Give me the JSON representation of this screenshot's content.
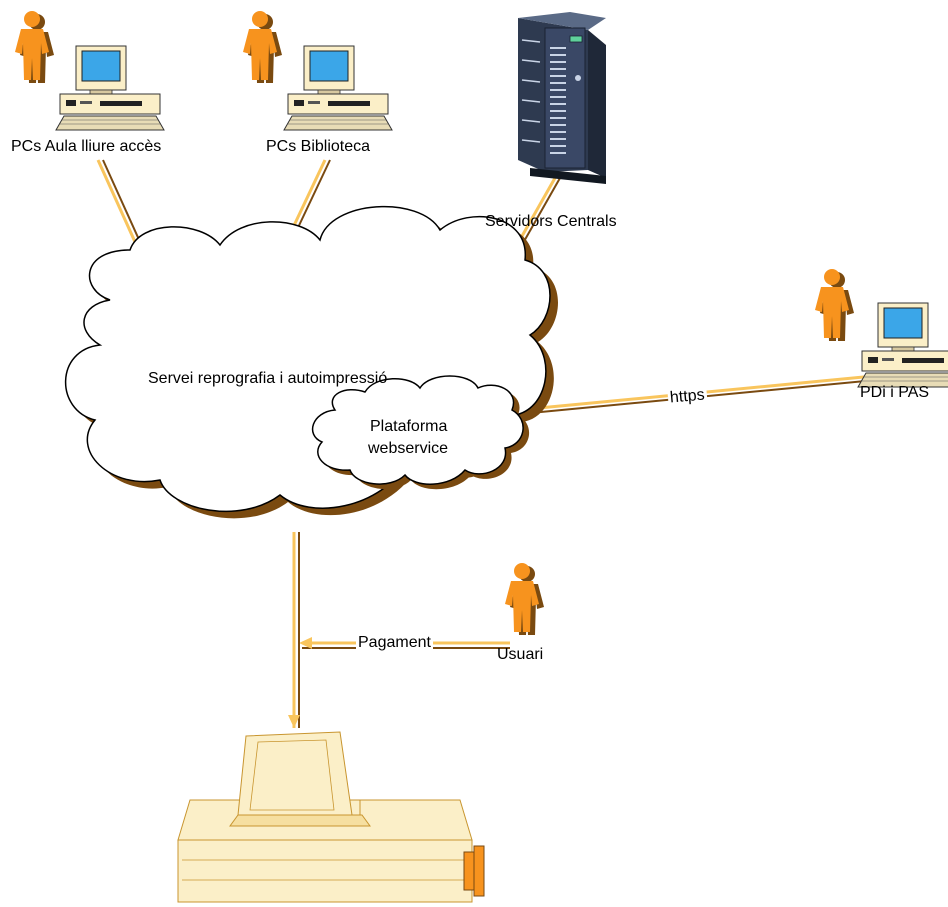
{
  "nodes": {
    "pcs_aula": {
      "label": "PCs Aula lliure accès"
    },
    "pcs_biblioteca": {
      "label": "PCs Biblioteca"
    },
    "servidors": {
      "label": "Servidors Centrals"
    },
    "pdi_pas": {
      "label": "PDi i PAS"
    },
    "usuari": {
      "label": "Usuari"
    },
    "cloud_main": {
      "label": "Servei reprografia i autoimpressió"
    },
    "cloud_platform": {
      "line1": "Plataforma",
      "line2": "webservice"
    }
  },
  "edges": {
    "https": {
      "label": "https"
    },
    "pagament": {
      "label": "Pagament"
    }
  },
  "colors": {
    "person": "#f7931e",
    "person_shadow": "#7a4a10",
    "monitor_screen": "#3ba6e8",
    "beige": "#fbefc8",
    "arrow_light": "#f9c55d",
    "arrow_dark": "#7a4a10",
    "server_dark": "#2e3a50",
    "server_light": "#c9d4e6"
  }
}
